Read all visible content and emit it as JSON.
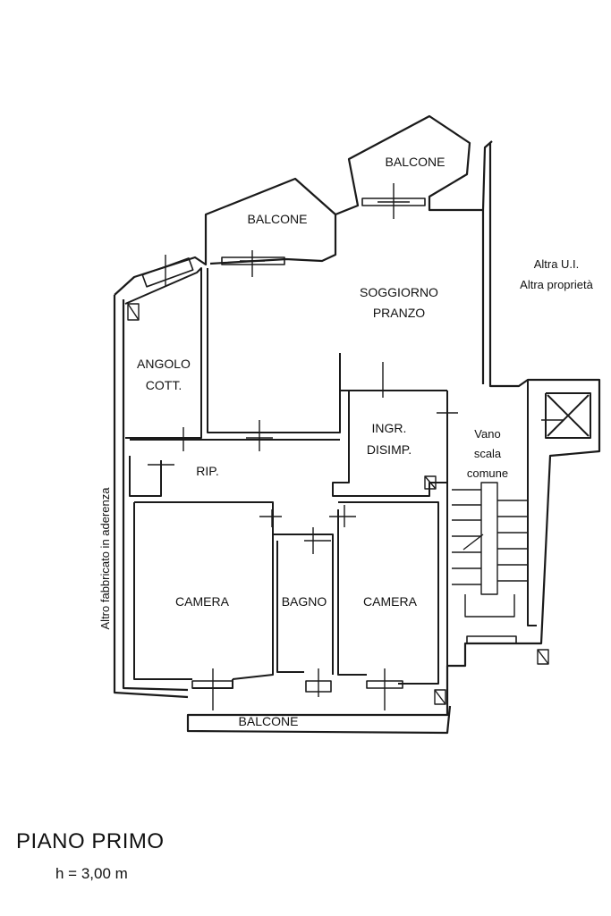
{
  "rooms": {
    "balcone_left": "BALCONE",
    "balcone_right": "BALCONE",
    "balcone_bottom": "BALCONE",
    "soggiorno_line1": "SOGGIORNO",
    "soggiorno_line2": "PRANZO",
    "angolo_line1": "ANGOLO",
    "angolo_line2": "COTT.",
    "ingr_line1": "INGR.",
    "ingr_line2": "DISIMP.",
    "rip": "RIP.",
    "camera_left": "CAMERA",
    "bagno": "BAGNO",
    "camera_right": "CAMERA",
    "vano_line1": "Vano",
    "vano_line2": "scala",
    "vano_line3": "comune"
  },
  "neighbours": {
    "altra_ui": "Altra U.I.",
    "altra_proprieta": "Altra proprietà",
    "altro_fabbricato": "Altro fabbricato in aderenza"
  },
  "caption": {
    "title": "PIANO PRIMO",
    "height": "h = 3,00 m"
  }
}
